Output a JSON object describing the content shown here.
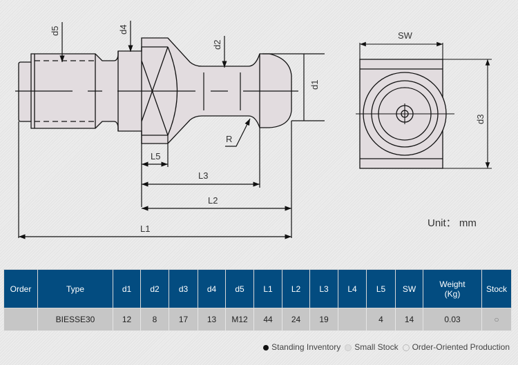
{
  "drawing": {
    "labels": {
      "d1": "d1",
      "d2": "d2",
      "d3": "d3",
      "d4": "d4",
      "d5": "d5",
      "L1": "L1",
      "L2": "L2",
      "L3": "L3",
      "L5": "L5",
      "R": "R",
      "SW": "SW"
    },
    "unit": "Unit： mm"
  },
  "table": {
    "headers": [
      "Order",
      "Type",
      "d1",
      "d2",
      "d3",
      "d4",
      "d5",
      "L1",
      "L2",
      "L3",
      "L4",
      "L5",
      "SW",
      "Weight\n(Kg)",
      "Stock"
    ],
    "weight_l1": "Weight",
    "weight_l2": "(Kg)",
    "row": [
      "",
      "BIESSE30",
      "12",
      "8",
      "17",
      "13",
      "M12",
      "44",
      "24",
      "19",
      "",
      "4",
      "14",
      "0.03",
      "○"
    ]
  },
  "legend": [
    "Standing Inventory",
    "Small Stock",
    "Order-Oriented Production"
  ]
}
